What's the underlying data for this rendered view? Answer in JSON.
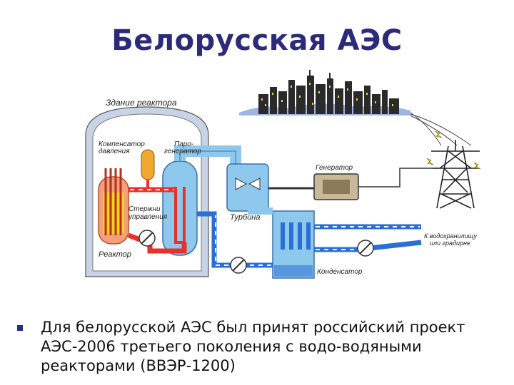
{
  "slide": {
    "title": "Белорусская АЭС",
    "bullet_text": "Для белорусской АЭС был принят российский проект АЭС-2006 третьего поколения с водо-водяными реакторами (ВВЭР-1200)"
  },
  "diagram": {
    "labels": {
      "reactor_building": "Здание реактора",
      "pressurizer_line1": "Компенсатор",
      "pressurizer_line2": "давления",
      "steam_gen_line1": "Паро-",
      "steam_gen_line2": "генератор",
      "control_rods_line1": "Стержни",
      "control_rods_line2": "управления",
      "reactor": "Реактор",
      "turbine": "Турбина",
      "generator": "Генератор",
      "condenser": "Конденсатор",
      "to_reservoir_line1": "К водохранилищу",
      "to_reservoir_line2": "или градирне"
    },
    "colors": {
      "hot_loop": "#e8312a",
      "cold_loop": "#2a6fd6",
      "steam": "#8ec8ec",
      "pressurizer": "#f0a830",
      "core": "#f5d020",
      "title": "#2b2b7a"
    }
  }
}
